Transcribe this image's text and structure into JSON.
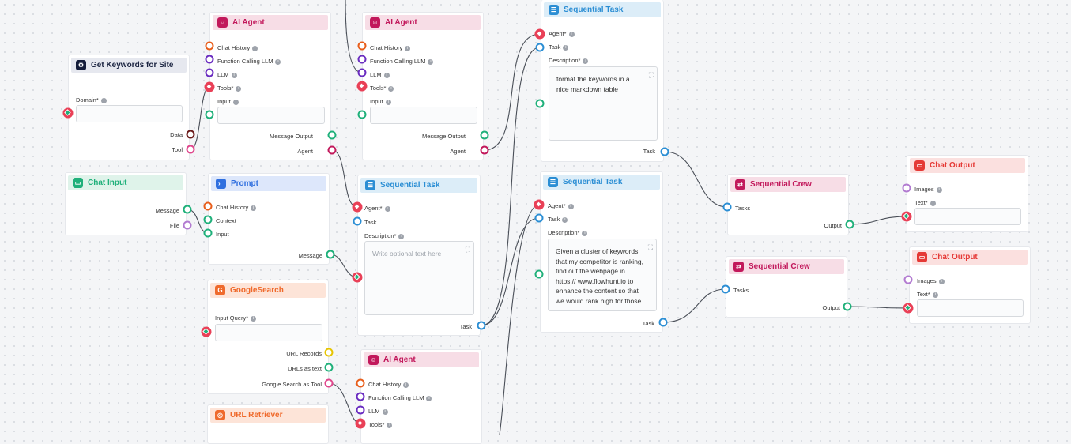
{
  "colors": {
    "agent": "#c2185b",
    "task": "#2b8ed4",
    "crew": "#c2185b",
    "output": "#e53935",
    "input": "#1fb07a",
    "prompt": "#2f6fdf",
    "google": "#ef6a2c",
    "required": "#e94057"
  },
  "nodes": {
    "get_keywords": {
      "title": "Get Keywords for Site",
      "icon": "tool-icon",
      "domain": "Domain*",
      "data": "Data",
      "tool": "Tool"
    },
    "chat_input": {
      "title": "Chat Input",
      "icon": "chat-input-icon",
      "message": "Message",
      "file": "File"
    },
    "agent1": {
      "title": "AI Agent",
      "icon": "robot-icon",
      "chat_history": "Chat History",
      "fc_llm": "Function Calling LLM",
      "llm": "LLM",
      "tools": "Tools*",
      "input": "Input",
      "message_output": "Message Output",
      "agent": "Agent"
    },
    "agent2": {
      "title": "AI Agent",
      "icon": "robot-icon",
      "chat_history": "Chat History",
      "fc_llm": "Function Calling LLM",
      "llm": "LLM",
      "tools": "Tools*",
      "input": "Input",
      "message_output": "Message Output",
      "agent": "Agent"
    },
    "agent3": {
      "title": "AI Agent",
      "icon": "robot-icon",
      "chat_history": "Chat History",
      "fc_llm": "Function Calling LLM",
      "llm": "LLM",
      "tools": "Tools*"
    },
    "prompt": {
      "title": "Prompt",
      "icon": "terminal-icon",
      "chat_history": "Chat History",
      "context": "Context",
      "input": "Input",
      "message": "Message"
    },
    "google": {
      "title": "GoogleSearch",
      "icon": "google-icon",
      "input_query": "Input Query*",
      "url_records": "URL Records",
      "urls_as_text": "URLs as text",
      "google_tool": "Google Search as Tool"
    },
    "url_retriever": {
      "title": "URL Retriever",
      "icon": "globe-icon"
    },
    "seq_task1": {
      "title": "Sequential Task",
      "icon": "list-icon",
      "agent": "Agent*",
      "task": "Task",
      "description": "Description*",
      "placeholder": "Write optional text here",
      "task_out": "Task"
    },
    "seq_task2": {
      "title": "Sequential Task",
      "icon": "list-icon",
      "agent": "Agent*",
      "task": "Task",
      "description": "Description*",
      "value": "format the keywords in a nice markdown table",
      "task_out": "Task"
    },
    "seq_task3": {
      "title": "Sequential Task",
      "icon": "list-icon",
      "agent": "Agent*",
      "task": "Task",
      "description": "Description*",
      "value": "Given a cluster of keywords that my competitor is ranking, find out the webpage in https:// www.flowhunt.io to enhance the content so that we would rank high for those",
      "task_out": "Task"
    },
    "crew1": {
      "title": "Sequential Crew",
      "icon": "crew-icon",
      "tasks": "Tasks",
      "output": "Output"
    },
    "crew2": {
      "title": "Sequential Crew",
      "icon": "crew-icon",
      "tasks": "Tasks",
      "output": "Output"
    },
    "chat_output1": {
      "title": "Chat Output",
      "icon": "chat-output-icon",
      "images": "Images",
      "text": "Text*"
    },
    "chat_output2": {
      "title": "Chat Output",
      "icon": "chat-output-icon",
      "images": "Images",
      "text": "Text*"
    }
  }
}
